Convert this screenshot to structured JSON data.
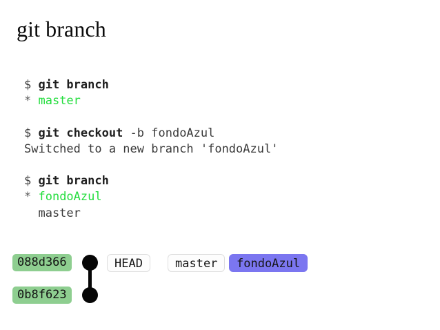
{
  "page": {
    "title": "git branch",
    "background_color": "#ffffff"
  },
  "colors": {
    "terminal_text": "#3a3a3a",
    "terminal_command": "#1f1f1f",
    "terminal_green": "#24dd3e",
    "hash_badge_background": "#8ece90",
    "ref_accent_background": "#7b76f0",
    "ref_plain_background": "#fdfdfd",
    "ref_plain_border": "#dedede",
    "commit_dot": "#060606"
  },
  "terminal": {
    "lines": [
      {
        "id": "line-1",
        "blank": false,
        "tokens": [
          {
            "text": "$ ",
            "style": "prompt"
          },
          {
            "text": "git branch",
            "style": "cmd"
          }
        ]
      },
      {
        "id": "line-2",
        "blank": false,
        "tokens": [
          {
            "text": "* ",
            "style": "star"
          },
          {
            "text": "master",
            "style": "green"
          }
        ]
      },
      {
        "id": "line-3",
        "blank": true,
        "tokens": []
      },
      {
        "id": "line-4",
        "blank": false,
        "tokens": [
          {
            "text": "$ ",
            "style": "prompt"
          },
          {
            "text": "git checkout",
            "style": "cmd"
          },
          {
            "text": " -b fondoAzul",
            "style": "plain"
          }
        ]
      },
      {
        "id": "line-5",
        "blank": false,
        "tokens": [
          {
            "text": "Switched to a new branch 'fondoAzul'",
            "style": "plain"
          }
        ]
      },
      {
        "id": "line-6",
        "blank": true,
        "tokens": []
      },
      {
        "id": "line-7",
        "blank": false,
        "tokens": [
          {
            "text": "$ ",
            "style": "prompt"
          },
          {
            "text": "git branch",
            "style": "cmd"
          }
        ]
      },
      {
        "id": "line-8",
        "blank": false,
        "tokens": [
          {
            "text": "* ",
            "style": "star"
          },
          {
            "text": "fondoAzul",
            "style": "green"
          }
        ]
      },
      {
        "id": "line-9",
        "blank": false,
        "tokens": [
          {
            "text": "  master",
            "style": "plain"
          }
        ]
      }
    ]
  },
  "commit_graph": {
    "commits": [
      {
        "hash": "088d366",
        "name": "commit-node-088d366"
      },
      {
        "hash": "0b8f623",
        "name": "commit-node-0b8f623"
      }
    ],
    "refs": [
      {
        "label": "HEAD",
        "kind": "plain",
        "name": "ref-head"
      },
      {
        "label": "master",
        "kind": "plain",
        "name": "ref-master"
      },
      {
        "label": "fondoAzul",
        "kind": "accent",
        "name": "ref-fondoazul"
      }
    ]
  }
}
